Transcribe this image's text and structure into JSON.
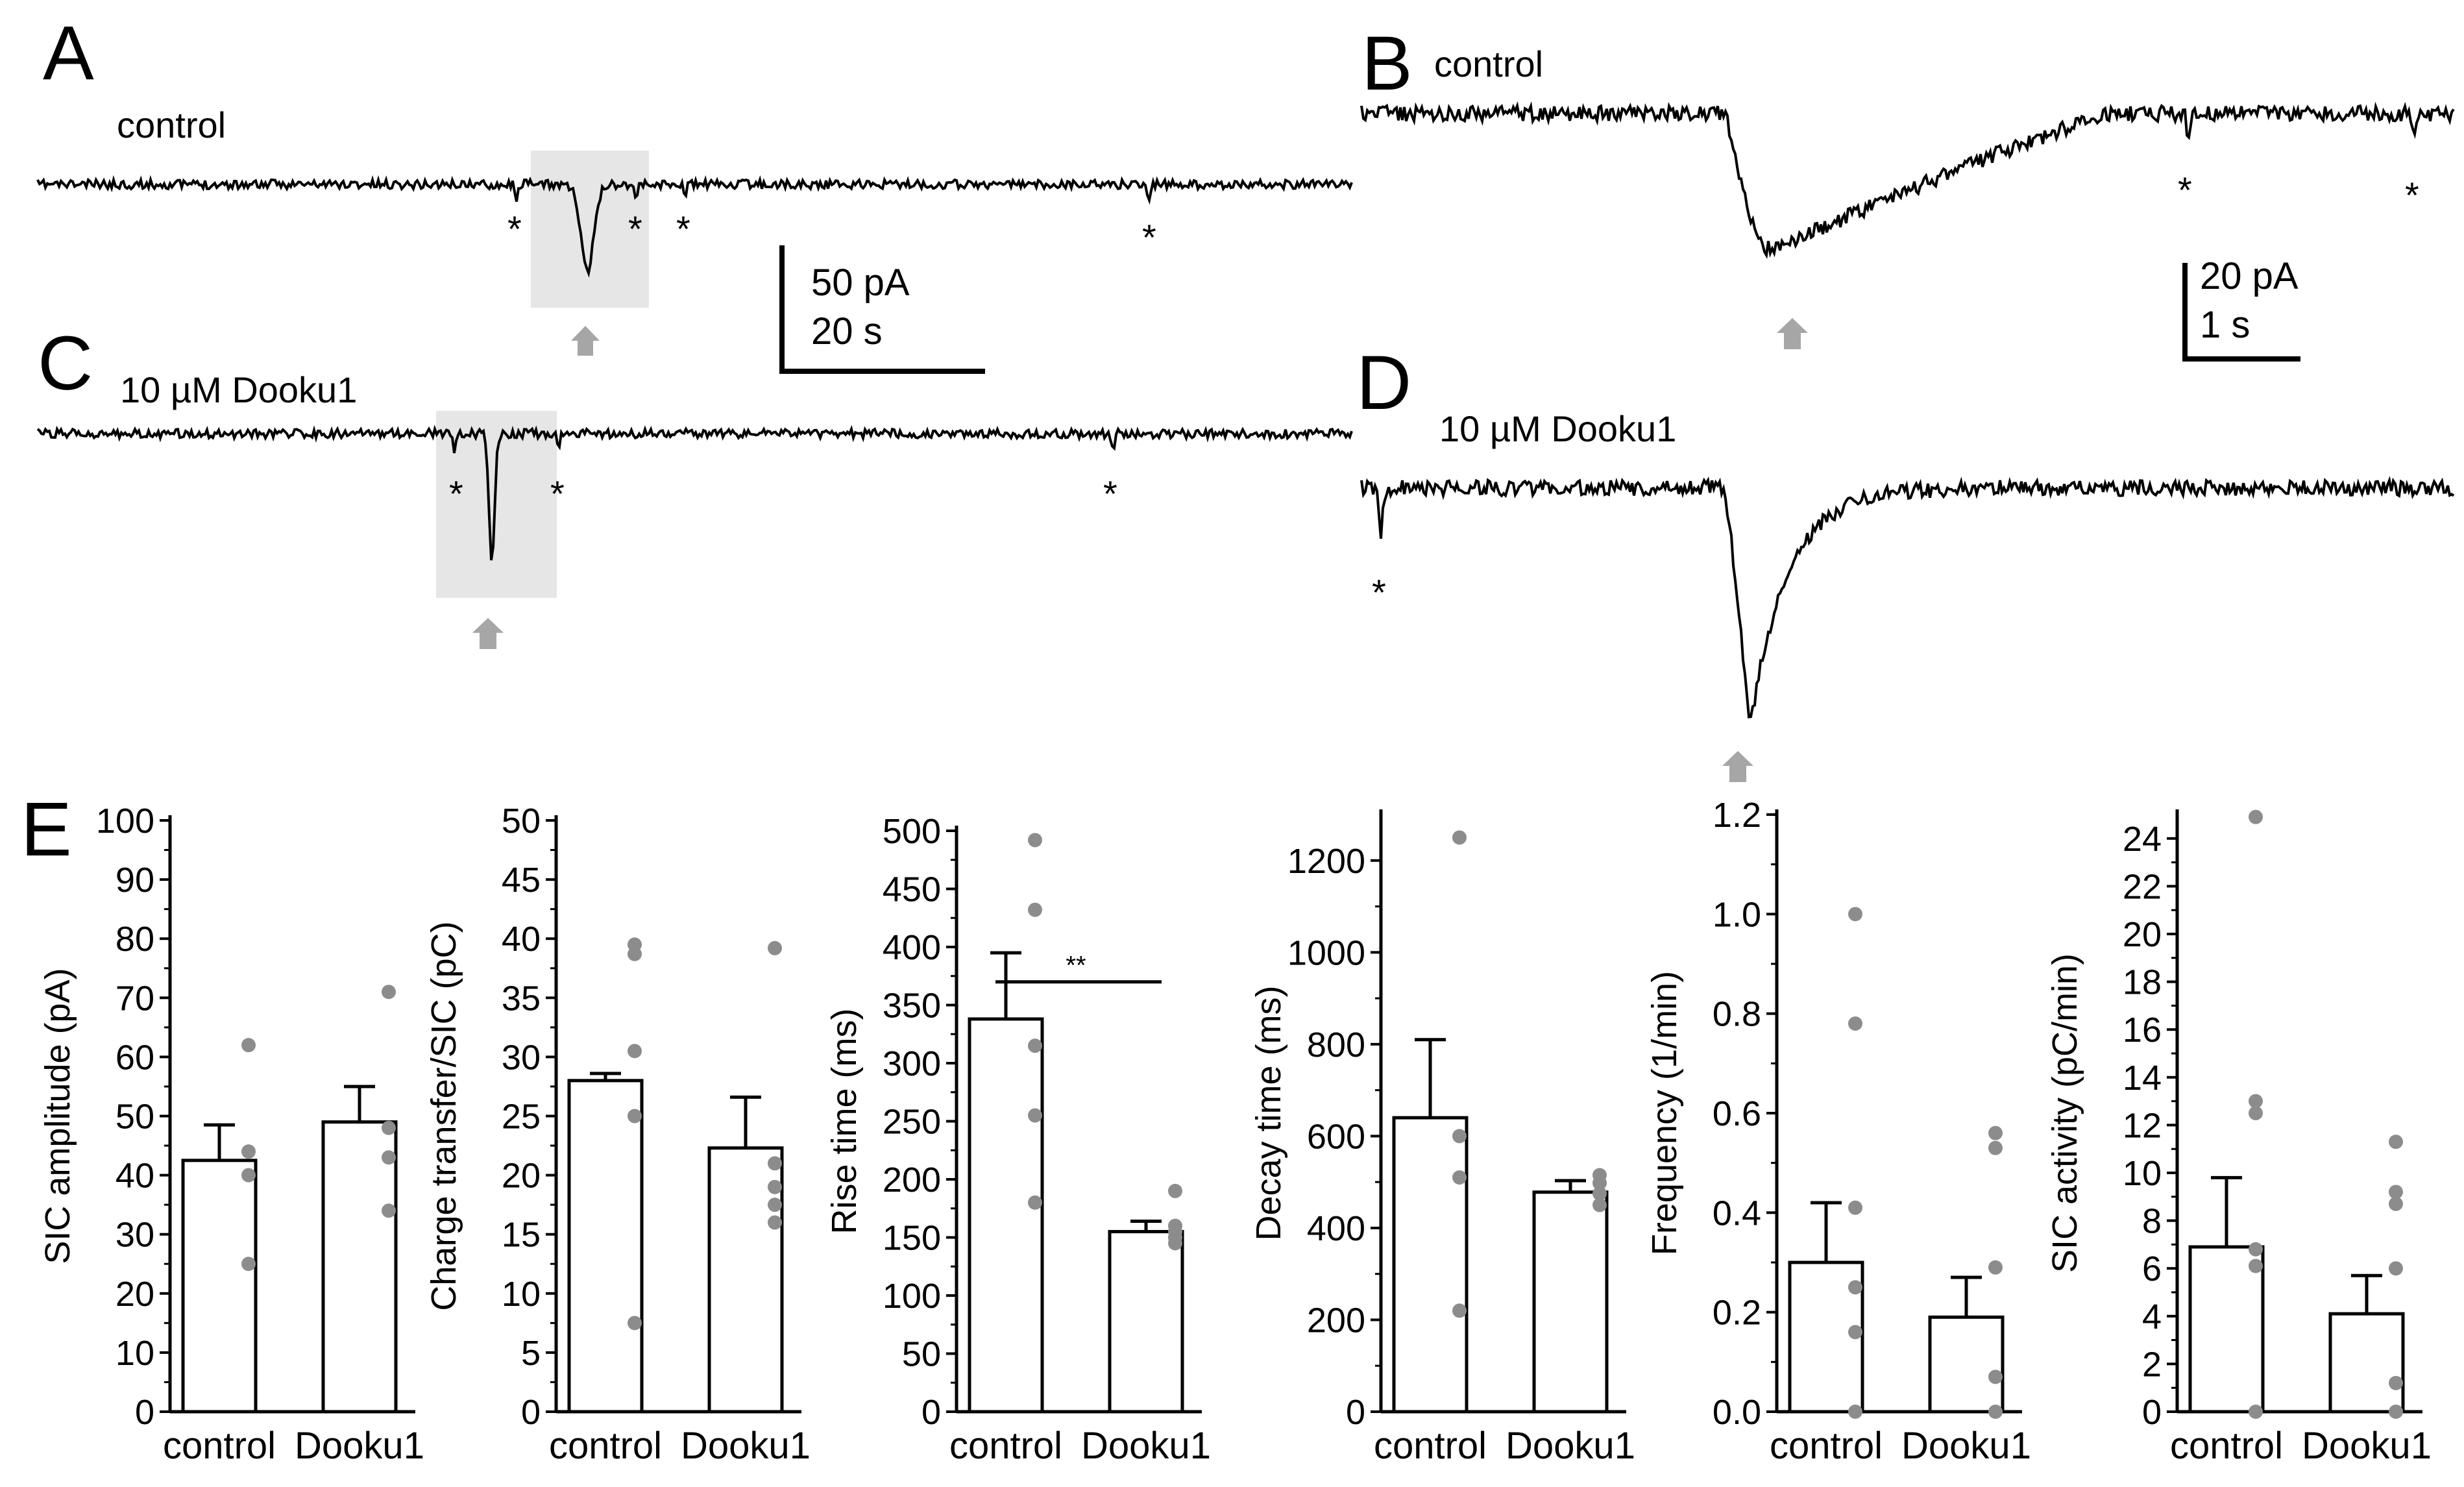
{
  "panels": {
    "A": {
      "letter": "A",
      "condition": "control",
      "scale_y": "50 pA",
      "scale_x": "20 s"
    },
    "B": {
      "letter": "B",
      "condition": "control",
      "scale_y": "20 pA",
      "scale_x": "1 s"
    },
    "C": {
      "letter": "C",
      "condition": "10 µM Dooku1"
    },
    "D": {
      "letter": "D",
      "condition": "10 µM Dooku1"
    },
    "E": {
      "letter": "E"
    }
  },
  "colors": {
    "trace": "#000000",
    "highlight": "#e6e6e6",
    "arrow": "#a6a6a6",
    "points": "#8c8c8c",
    "bar_fill": "#ffffff"
  },
  "event_marker": "*",
  "chart_data": [
    {
      "type": "bar",
      "categories": [
        "control",
        "Dooku1"
      ],
      "ylabel": "SIC amplitude (pA)",
      "ylim": [
        0,
        100
      ],
      "ticks": [
        0,
        10,
        20,
        30,
        40,
        50,
        60,
        70,
        80,
        90,
        100
      ],
      "tick_labels": [
        "0",
        "10",
        "20",
        "30",
        "40",
        "50",
        "60",
        "70",
        "80",
        "90",
        "100"
      ],
      "values": [
        42.5,
        49
      ],
      "errors": [
        6,
        6
      ],
      "points": [
        [
          62,
          44,
          40,
          25
        ],
        [
          71,
          48,
          43,
          34
        ]
      ]
    },
    {
      "type": "bar",
      "categories": [
        "control",
        "Dooku1"
      ],
      "ylabel": "Charge transfer/SIC (pC)",
      "ylim": [
        0,
        50
      ],
      "ticks": [
        0,
        5,
        10,
        15,
        20,
        25,
        30,
        35,
        40,
        45,
        50
      ],
      "tick_labels": [
        "0",
        "5",
        "10",
        "15",
        "20",
        "25",
        "30",
        "35",
        "40",
        "45",
        "50"
      ],
      "values": [
        28,
        22.3
      ],
      "errors": [
        0.6,
        4.3
      ],
      "points": [
        [
          39.5,
          38.7,
          30.5,
          25,
          7.5
        ],
        [
          39.2,
          21,
          19,
          17.5,
          16
        ]
      ]
    },
    {
      "type": "bar",
      "categories": [
        "control",
        "Dooku1"
      ],
      "ylabel": "Rise time (ms)",
      "ylim": [
        0,
        500
      ],
      "ticks": [
        0,
        50,
        100,
        150,
        200,
        250,
        300,
        350,
        400,
        450,
        500
      ],
      "tick_labels": [
        "0",
        "50",
        "100",
        "150",
        "200",
        "250",
        "300",
        "350",
        "400",
        "450",
        "500"
      ],
      "values": [
        338,
        155
      ],
      "errors": [
        57,
        9
      ],
      "points": [
        [
          492,
          432,
          315,
          255,
          180
        ],
        [
          190,
          160,
          155,
          150,
          145
        ]
      ],
      "significance": "**"
    },
    {
      "type": "bar",
      "categories": [
        "control",
        "Dooku1"
      ],
      "ylabel": "Decay time (ms)",
      "ylim": [
        0,
        1300
      ],
      "ticks": [
        0,
        200,
        400,
        600,
        800,
        1000,
        1200
      ],
      "tick_labels": [
        "0",
        "200",
        "400",
        "600",
        "800",
        "1000",
        "1200"
      ],
      "values": [
        640,
        478
      ],
      "errors": [
        170,
        25
      ],
      "points": [
        [
          1250,
          600,
          510,
          220
        ],
        [
          515,
          498,
          475,
          450
        ]
      ]
    },
    {
      "type": "bar",
      "categories": [
        "control",
        "Dooku1"
      ],
      "ylabel": "Frequency (1/min)",
      "ylim": [
        0,
        1.2
      ],
      "ticks": [
        0,
        0.2,
        0.4,
        0.6,
        0.8,
        1.0,
        1.2
      ],
      "tick_labels": [
        "0.0",
        "0.2",
        "0.4",
        "0.6",
        "0.8",
        "1.0",
        "1.2"
      ],
      "values": [
        0.3,
        0.19
      ],
      "errors": [
        0.12,
        0.08
      ],
      "points": [
        [
          1.0,
          0.78,
          0.41,
          0.25,
          0.16,
          0.0
        ],
        [
          0.56,
          0.53,
          0.29,
          0.07,
          0.0
        ]
      ]
    },
    {
      "type": "bar",
      "categories": [
        "control",
        "Dooku1"
      ],
      "ylabel": "SIC activity (pC/min)",
      "ylim": [
        0,
        25
      ],
      "ticks": [
        0,
        2,
        4,
        6,
        8,
        10,
        12,
        14,
        16,
        18,
        20,
        22,
        24
      ],
      "tick_labels": [
        "0",
        "2",
        "4",
        "6",
        "8",
        "10",
        "12",
        "14",
        "16",
        "18",
        "20",
        "22",
        "24"
      ],
      "values": [
        6.9,
        4.1
      ],
      "errors": [
        2.9,
        1.6
      ],
      "points": [
        [
          24.9,
          13,
          12.5,
          6.8,
          6.1,
          0
        ],
        [
          11.3,
          9.2,
          8.7,
          6,
          1.2,
          0
        ]
      ]
    }
  ]
}
